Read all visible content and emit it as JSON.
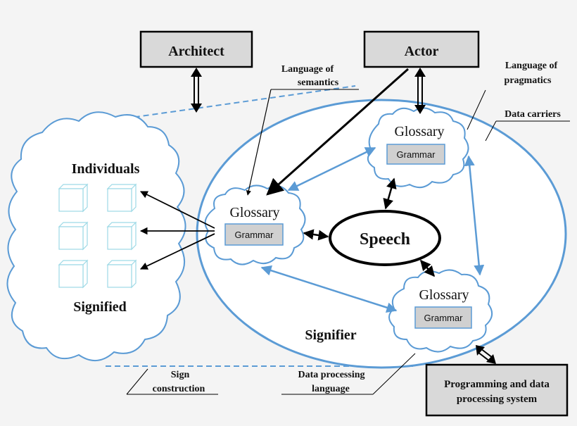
{
  "colors": {
    "blue": "#5b9bd5",
    "box_fill": "#d9d9d9",
    "grammar_fill": "#d0d0d0",
    "cube_edge": "#9dd9e6"
  },
  "boxes": {
    "architect": "Architect",
    "actor": "Actor",
    "programming": [
      "Programming and data",
      "processing system"
    ]
  },
  "cloud_left": {
    "top_label": "Individuals",
    "bottom_label": "Signified"
  },
  "glossaries": [
    {
      "title": "Glossary",
      "grammar": "Grammar"
    },
    {
      "title": "Glossary",
      "grammar": "Grammar"
    },
    {
      "title": "Glossary",
      "grammar": "Grammar"
    }
  ],
  "speech": "Speech",
  "signifier": "Signifier",
  "annotations": {
    "semantics": [
      "Language of",
      "semantics"
    ],
    "pragmatics": [
      "Language of",
      "pragmatics"
    ],
    "data_carriers": "Data carriers",
    "sign_construction": [
      "Sign",
      "construction"
    ],
    "data_processing": [
      "Data processing",
      "language"
    ]
  }
}
